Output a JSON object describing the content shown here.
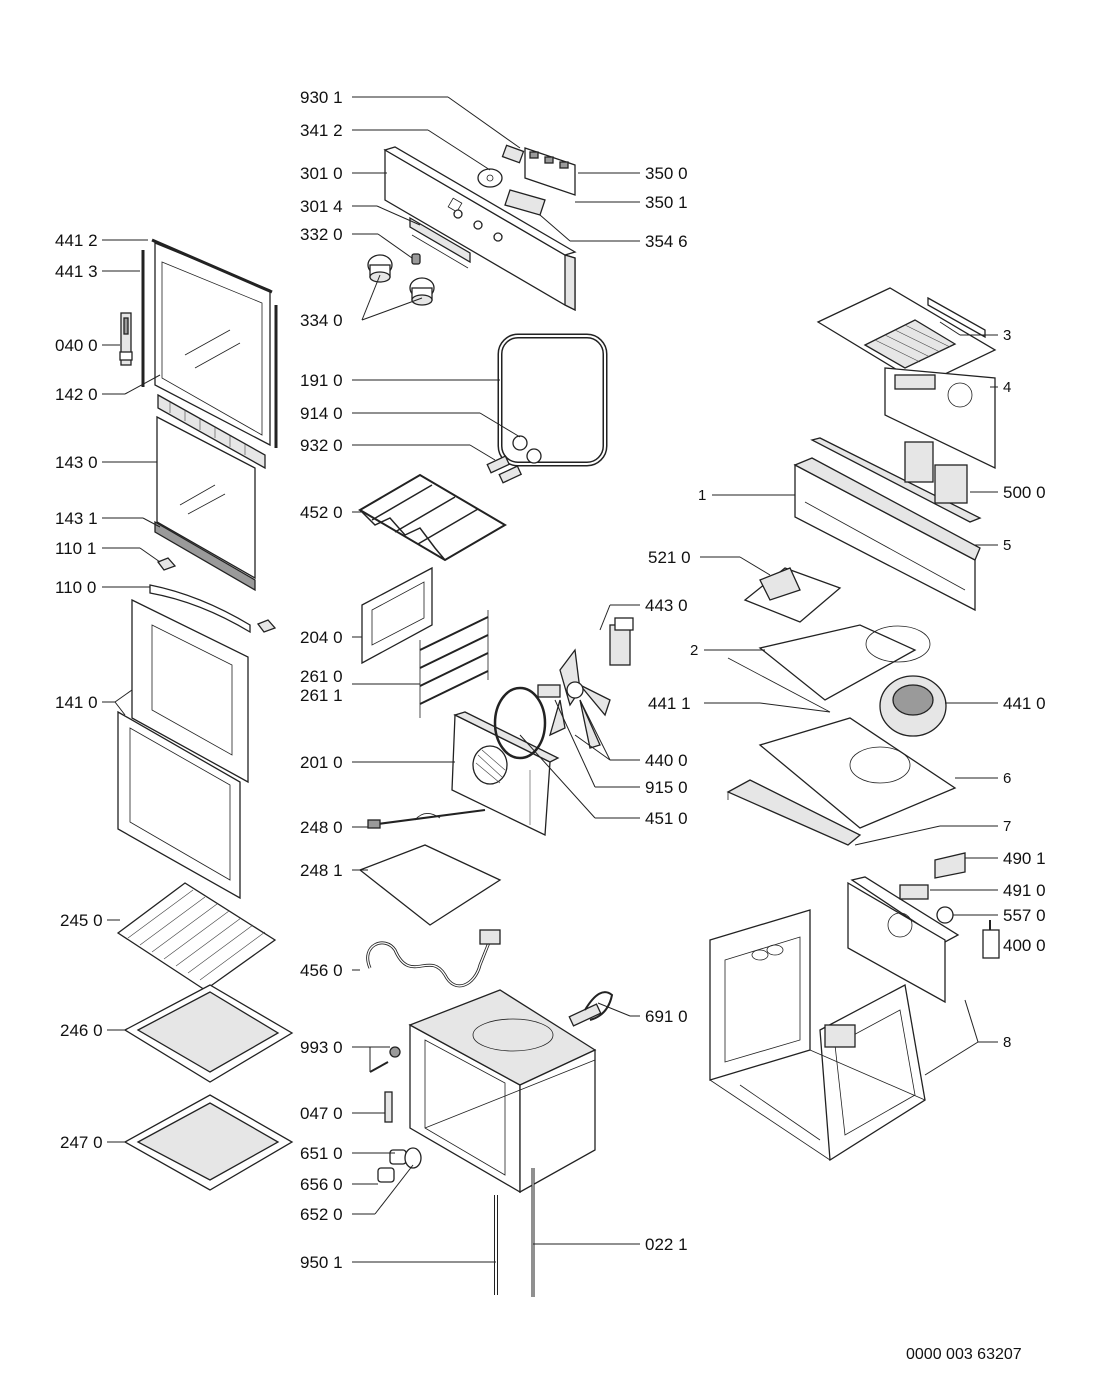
{
  "labels": {
    "l9301": "930 1",
    "l3412": "341 2",
    "l3010": "301 0",
    "l3014": "301 4",
    "l3320": "332 0",
    "l3340": "334 0",
    "l3500": "350 0",
    "l3501": "350 1",
    "l3546": "354 6",
    "l4412": "441 2",
    "l4413": "441 3",
    "l0400": "040 0",
    "l1420": "142 0",
    "l1430": "143 0",
    "l1431": "143 1",
    "l1101": "110 1",
    "l1100": "110 0",
    "l1410": "141 0",
    "l2450": "245 0",
    "l2460": "246 0",
    "l2470": "247 0",
    "l1910": "191 0",
    "l9140": "914 0",
    "l9320": "932 0",
    "l4520": "452 0",
    "l2040": "204 0",
    "l2610": "261 0",
    "l2611": "261 1",
    "l2010": "201 0",
    "l2480": "248 0",
    "l2481": "248 1",
    "l4560": "456 0",
    "l9930": "993 0",
    "l0470": "047 0",
    "l6510": "651 0",
    "l6560": "656 0",
    "l6520": "652 0",
    "l9501": "950 1",
    "l0221": "022 1",
    "l6910": "691 0",
    "l4430": "443 0",
    "l4400": "440 0",
    "l9150": "915 0",
    "l4510": "451 0",
    "l5210": "521 0",
    "l3": "3",
    "l4": "4",
    "l1": "1",
    "l5000": "500 0",
    "l5": "5",
    "l2": "2",
    "l4411": "441 1",
    "l4410": "441 0",
    "l6": "6",
    "l7": "7",
    "l4901": "490 1",
    "l4910": "491 0",
    "l5570": "557 0",
    "l4000": "400 0",
    "l8": "8"
  },
  "doc_id": "0000 003 63207"
}
